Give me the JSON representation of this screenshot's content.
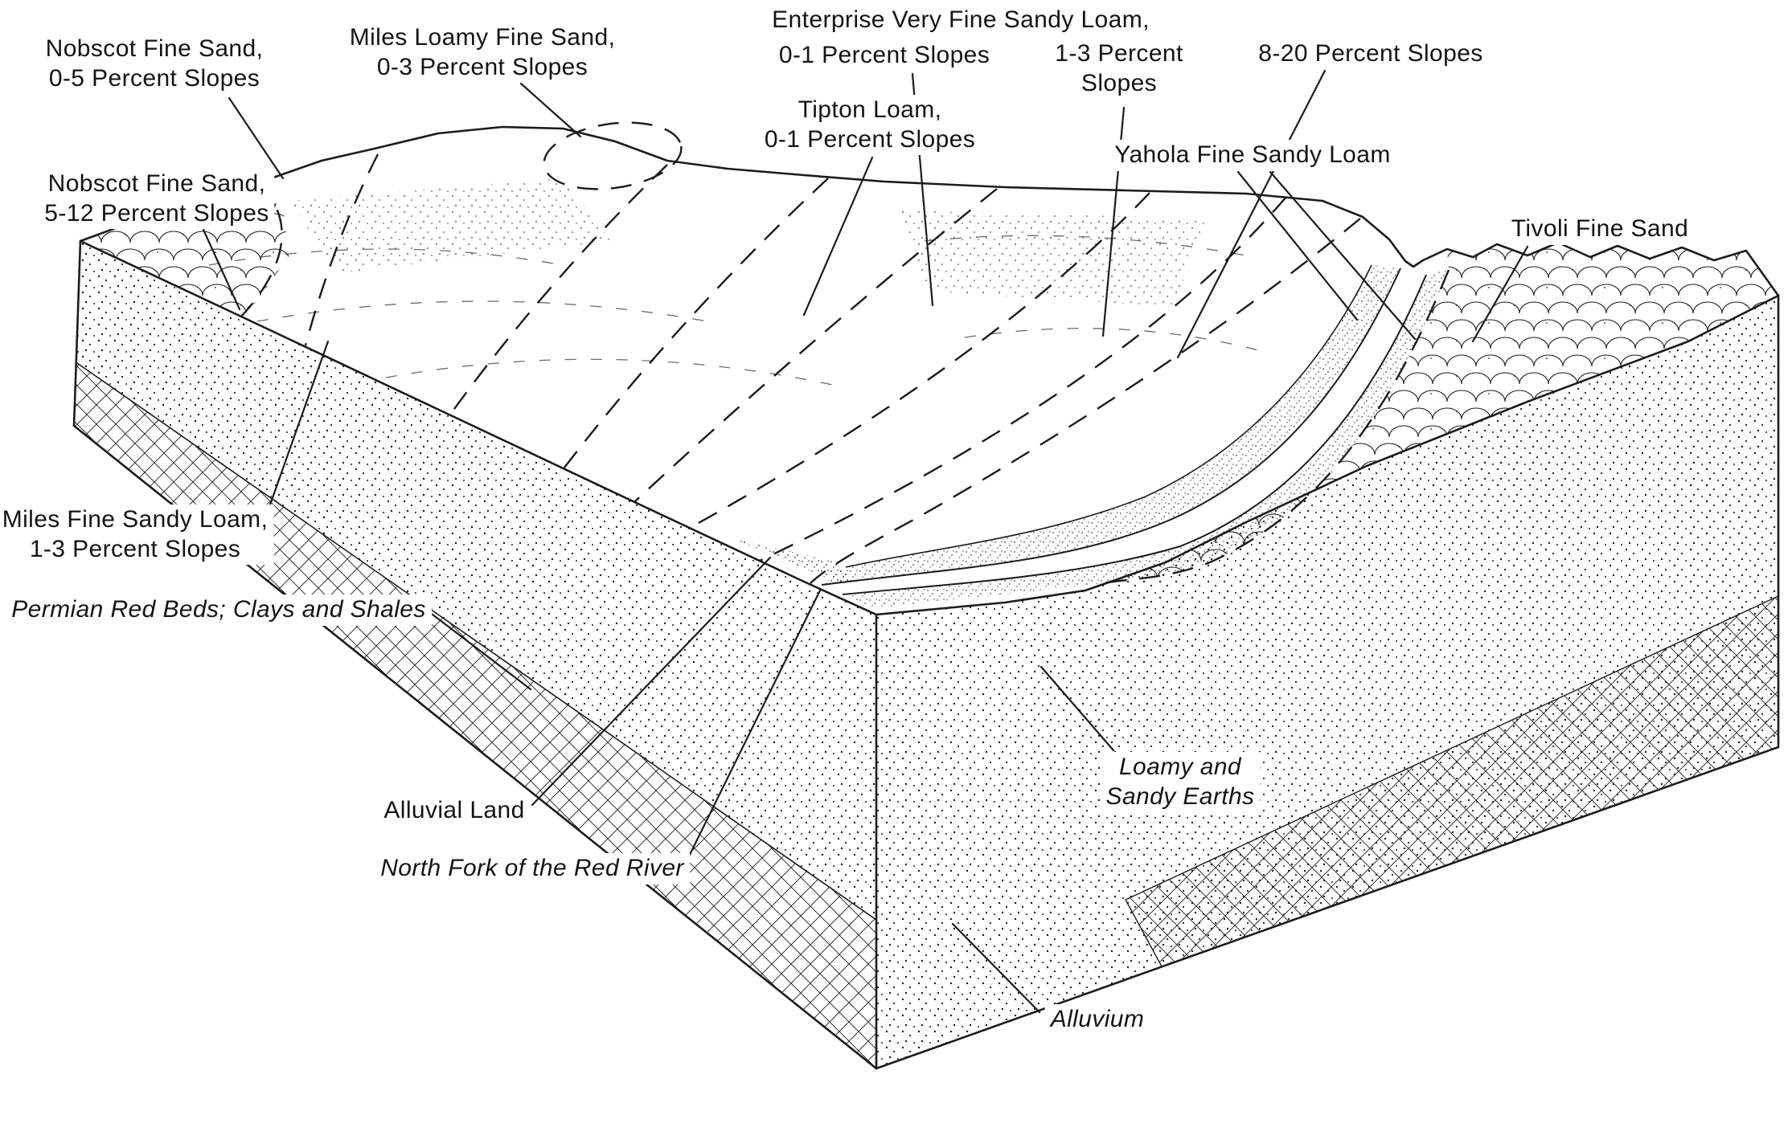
{
  "figure": {
    "kind": "soil-survey-block-diagram",
    "colors": {
      "ink": "#1b1b1b",
      "paper": "#ffffff"
    },
    "labels": {
      "nobscot_fine_sand_0_5": "Nobscot Fine Sand,\n0-5 Percent Slopes",
      "miles_loamy_fine_sand_0_3": "Miles Loamy Fine Sand,\n0-3 Percent Slopes",
      "enterprise_header": "Enterprise Very Fine Sandy Loam,",
      "enterprise_0_1": "0-1 Percent Slopes",
      "enterprise_1_3": "1-3 Percent\nSlopes",
      "enterprise_8_20": "8-20 Percent Slopes",
      "nobscot_fine_sand_5_12": "Nobscot Fine Sand,\n5-12 Percent Slopes",
      "tipton_loam_0_1": "Tipton Loam,\n0-1 Percent Slopes",
      "yahola_fine_sandy_loam": "Yahola Fine Sandy Loam",
      "tivoli_fine_sand": "Tivoli Fine Sand",
      "miles_fine_sandy_loam_1_3": "Miles Fine Sandy Loam,\n1-3 Percent Slopes",
      "permian_red_beds": "Permian Red Beds; Clays and Shales",
      "alluvial_land": "Alluvial Land",
      "north_fork_red_river": "North Fork of the Red River",
      "loamy_and_sandy_earths": "Loamy and\nSandy Earths",
      "alluvium": "Alluvium"
    }
  }
}
